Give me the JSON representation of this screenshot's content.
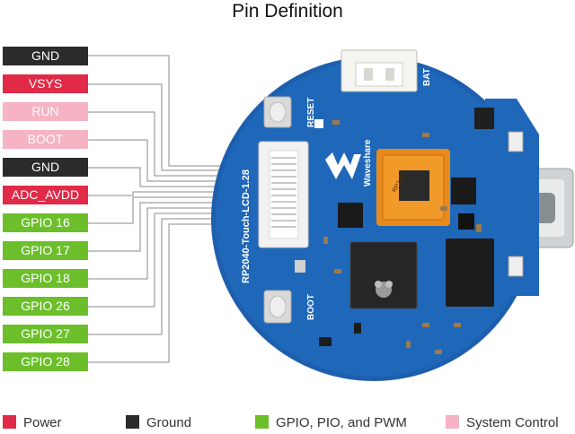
{
  "title": "Pin Definition",
  "pins": [
    {
      "label": "GND",
      "type": "ground"
    },
    {
      "label": "VSYS",
      "type": "power"
    },
    {
      "label": "RUN",
      "type": "system"
    },
    {
      "label": "BOOT",
      "type": "system"
    },
    {
      "label": "GND",
      "type": "ground"
    },
    {
      "label": "ADC_AVDD",
      "type": "power"
    },
    {
      "label": "GPIO 16",
      "type": "gpio"
    },
    {
      "label": "GPIO 17",
      "type": "gpio"
    },
    {
      "label": "GPIO 18",
      "type": "gpio"
    },
    {
      "label": "GPIO 26",
      "type": "gpio"
    },
    {
      "label": "GPIO 27",
      "type": "gpio"
    },
    {
      "label": "GPIO 28",
      "type": "gpio"
    }
  ],
  "board": {
    "reset_label": "RESET",
    "boot_label": "BOOT",
    "bat_label": "BAT",
    "model_label": "RP2040-Touch-LCD-1.28",
    "brand": "Waveshare",
    "chip_text": "RP2-B2"
  },
  "legend": [
    {
      "label": "Power",
      "color": "#e02a48"
    },
    {
      "label": "Ground",
      "color": "#2b2b2b"
    },
    {
      "label": "GPIO, PIO, and PWM",
      "color": "#6cbf2a"
    },
    {
      "label": "System Control",
      "color": "#f5b3c3"
    }
  ]
}
